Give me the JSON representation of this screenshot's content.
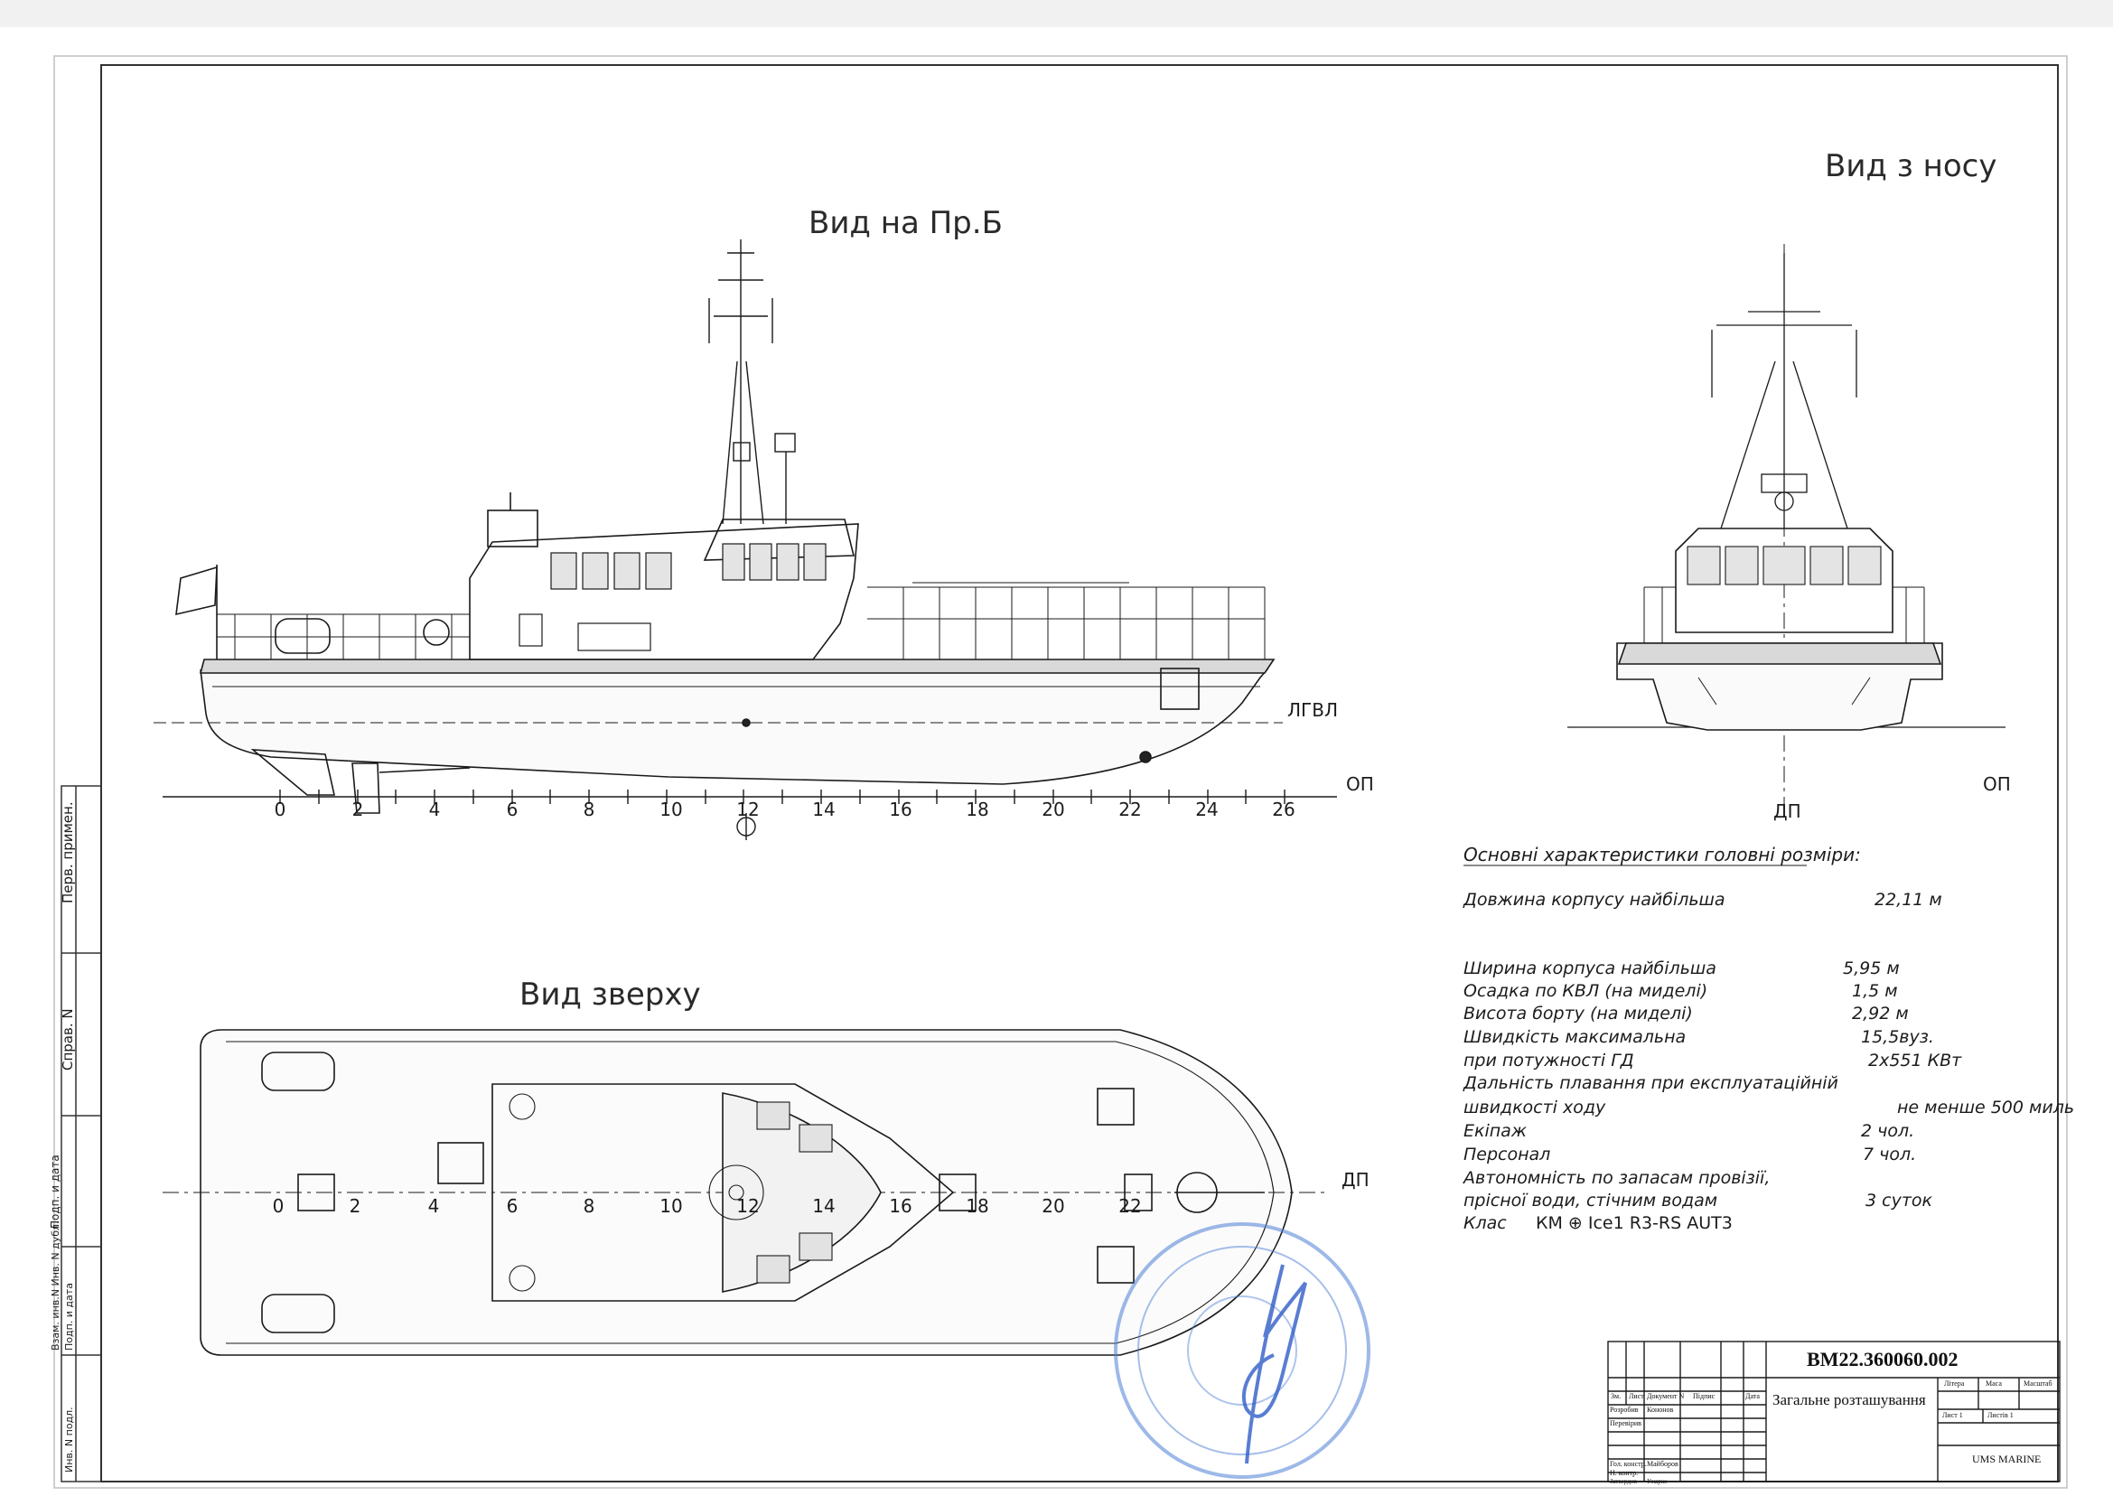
{
  "views": {
    "side_title": "Вид на Пр.Б",
    "front_title": "Вид з носу",
    "top_title": "Вид зверху"
  },
  "markers": {
    "lgvl": "ЛГВЛ",
    "op_side": "ОП",
    "op_front": "ОП",
    "dp_front": "ДП",
    "dp_top": "ДП"
  },
  "frames_side": [
    "0",
    "2",
    "4",
    "6",
    "8",
    "10",
    "12",
    "14",
    "16",
    "18",
    "20",
    "22",
    "24",
    "26"
  ],
  "frames_top": [
    "0",
    "2",
    "4",
    "6",
    "8",
    "10",
    "12",
    "14",
    "16",
    "18",
    "20",
    "22"
  ],
  "specs": {
    "heading": "Основні характеристики головні розміри:",
    "rows": [
      {
        "label": "Довжина корпусу найбільша",
        "value": "22,11  м"
      },
      {
        "label": "Ширина корпуса найбільша",
        "value": "5,95  м"
      },
      {
        "label": "Осадка по КВЛ (на миделі)",
        "value": "1,5   м"
      },
      {
        "label": "Висота борту (на миделі)",
        "value": "2,92  м"
      },
      {
        "label": "Швидкість максимальна",
        "value": "15,5вуз."
      },
      {
        "label": "при потужності ГД",
        "value": "2х551 КВт"
      },
      {
        "label": "Дальність плавання при експлуатаційній",
        "value": ""
      },
      {
        "label": "швидкості ходу",
        "value": "не менше 500 миль"
      },
      {
        "label": "Екіпаж",
        "value": "2 чол."
      },
      {
        "label": "Персонал",
        "value": "7 чол."
      },
      {
        "label": "Автономність по запасам провізії,",
        "value": ""
      },
      {
        "label": "прісної води, стічним водам",
        "value": "3 суток"
      },
      {
        "label": "Клас",
        "value": "КМ ⊕ Ice1  R3-RS  AUT3"
      }
    ]
  },
  "side_strip": {
    "perv_primen": "Перв. примен.",
    "sprav_n": "Справ. N",
    "podp_data_1": "Подп. и дата",
    "vzam": "Взам. инв.N Инв. N дубл.",
    "podp_data_2": "Подп. и дата",
    "inv_podl": "Инв. N подл."
  },
  "title_block": {
    "doc_number": "ВМ22.360060.002",
    "doc_title": "Загальне розташування",
    "company": "UMS MARINE",
    "col_headers": [
      "Зм.",
      "Лист",
      "Документ N",
      "Підпис",
      "Дата"
    ],
    "roles": [
      {
        "role": "Розробив",
        "name": "Кононов"
      },
      {
        "role": "Перевірив",
        "name": ""
      },
      {
        "role": "",
        "name": ""
      },
      {
        "role": "Гол. констр.",
        "name": "Майборов"
      },
      {
        "role": "Н. контр.",
        "name": ""
      },
      {
        "role": "Затвердив",
        "name": "Ужарко"
      }
    ],
    "right_headers": [
      "Літера",
      "Маса",
      "Масштаб"
    ],
    "sheet_label": "Лист 1",
    "sheets_label": "Листів 1"
  }
}
